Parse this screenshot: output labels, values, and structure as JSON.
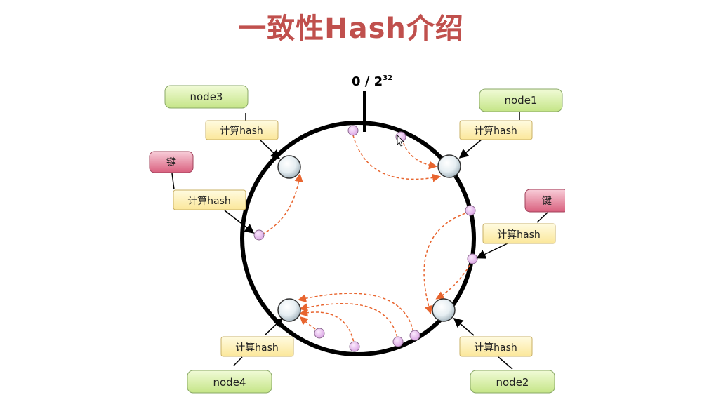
{
  "title": "一致性Hash介绍",
  "ring_label": {
    "base": "0 / 2",
    "exponent": "32"
  },
  "nodes": [
    {
      "id": "node1",
      "label": "node1"
    },
    {
      "id": "node2",
      "label": "node2"
    },
    {
      "id": "node3",
      "label": "node3"
    },
    {
      "id": "node4",
      "label": "node4"
    }
  ],
  "keys": [
    {
      "id": "key-left",
      "label": "键"
    },
    {
      "id": "key-right",
      "label": "键"
    }
  ],
  "hash_labels": [
    {
      "id": "hash-node3",
      "label": "计算hash"
    },
    {
      "id": "hash-node1",
      "label": "计算hash"
    },
    {
      "id": "hash-key-left",
      "label": "计算hash"
    },
    {
      "id": "hash-key-right",
      "label": "计算hash"
    },
    {
      "id": "hash-node4",
      "label": "计算hash"
    },
    {
      "id": "hash-node2",
      "label": "计算hash"
    }
  ],
  "colors": {
    "title": "#c0504d",
    "node_box": "#d7efa6",
    "key_box": "#e58aa0",
    "hash_box": "#fff2b3",
    "ring": "#000000",
    "arrow_dashed": "#e8652f",
    "data_point": "#e7b8ee"
  }
}
